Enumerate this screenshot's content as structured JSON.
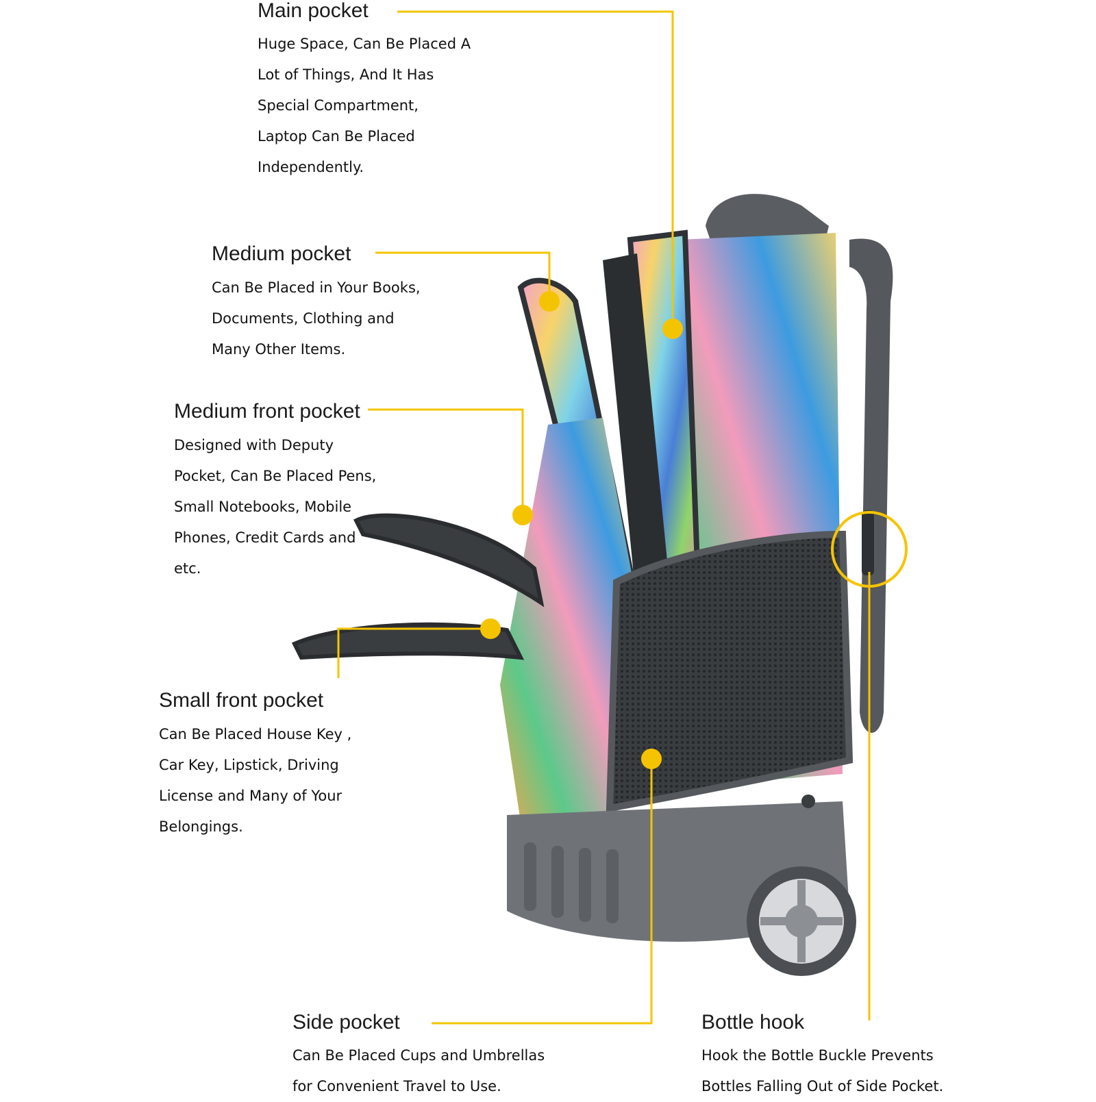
{
  "accent_color": "#f5c400",
  "callouts": {
    "main_pocket": {
      "title": "Main pocket",
      "lines": [
        "Huge Space, Can Be Placed A",
        "Lot of Things, And It Has",
        "Special Compartment,",
        "Laptop Can Be Placed",
        "Independently."
      ]
    },
    "medium_pocket": {
      "title": "Medium pocket",
      "lines": [
        "Can Be Placed in Your Books,",
        "Documents, Clothing and",
        "Many Other Items."
      ]
    },
    "medium_front_pocket": {
      "title": "Medium front pocket",
      "lines": [
        "Designed with Deputy",
        "Pocket, Can Be Placed Pens,",
        "Small Notebooks, Mobile",
        "Phones, Credit Cards and",
        "etc."
      ]
    },
    "small_front_pocket": {
      "title": "Small front pocket",
      "lines": [
        "Can Be Placed House Key ,",
        "Car Key, Lipstick, Driving",
        "License and Many of Your",
        "Belongings."
      ]
    },
    "side_pocket": {
      "title": "Side pocket",
      "lines": [
        "Can Be Placed Cups and Umbrellas",
        "for Convenient Travel to Use."
      ]
    },
    "bottle_hook": {
      "title": "Bottle hook",
      "lines": [
        "Hook the Bottle Buckle Prevents",
        "Bottles Falling Out of Side Pocket."
      ]
    }
  }
}
